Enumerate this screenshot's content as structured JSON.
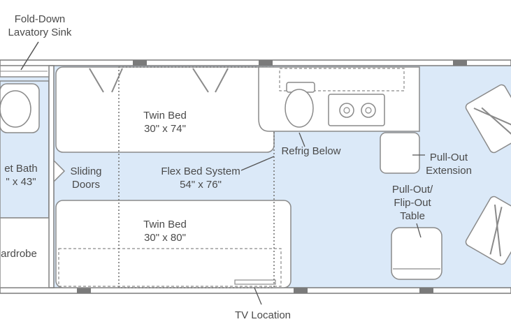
{
  "colors": {
    "floor": "#dbe9f8",
    "wall": "#7a7a7a",
    "fixture": "#ffffff",
    "stroke": "#8a8a8a",
    "text": "#4a4a4a"
  },
  "labels": {
    "fold_down_sink": {
      "line1": "Fold-Down",
      "line2": "Lavatory Sink"
    },
    "wet_bath": {
      "line1": "et Bath",
      "line2": "\" x 43\""
    },
    "sliding_doors": {
      "line1": "Sliding",
      "line2": "Doors"
    },
    "wardrobe": "ardrobe",
    "twin_bed_top": {
      "name": "Twin Bed",
      "size": "30\" x 74\""
    },
    "flex_bed": {
      "name": "Flex Bed System",
      "size": "54\" x 76\""
    },
    "twin_bed_bottom": {
      "name": "Twin Bed",
      "size": "30\" x 80\""
    },
    "refrig_below": "Refrig Below",
    "pull_out_extension": {
      "line1": "Pull-Out",
      "line2": "Extension"
    },
    "pull_out_table": {
      "line1": "Pull-Out/",
      "line2": "Flip-Out",
      "line3": "Table"
    },
    "tv_location": "TV Location"
  }
}
